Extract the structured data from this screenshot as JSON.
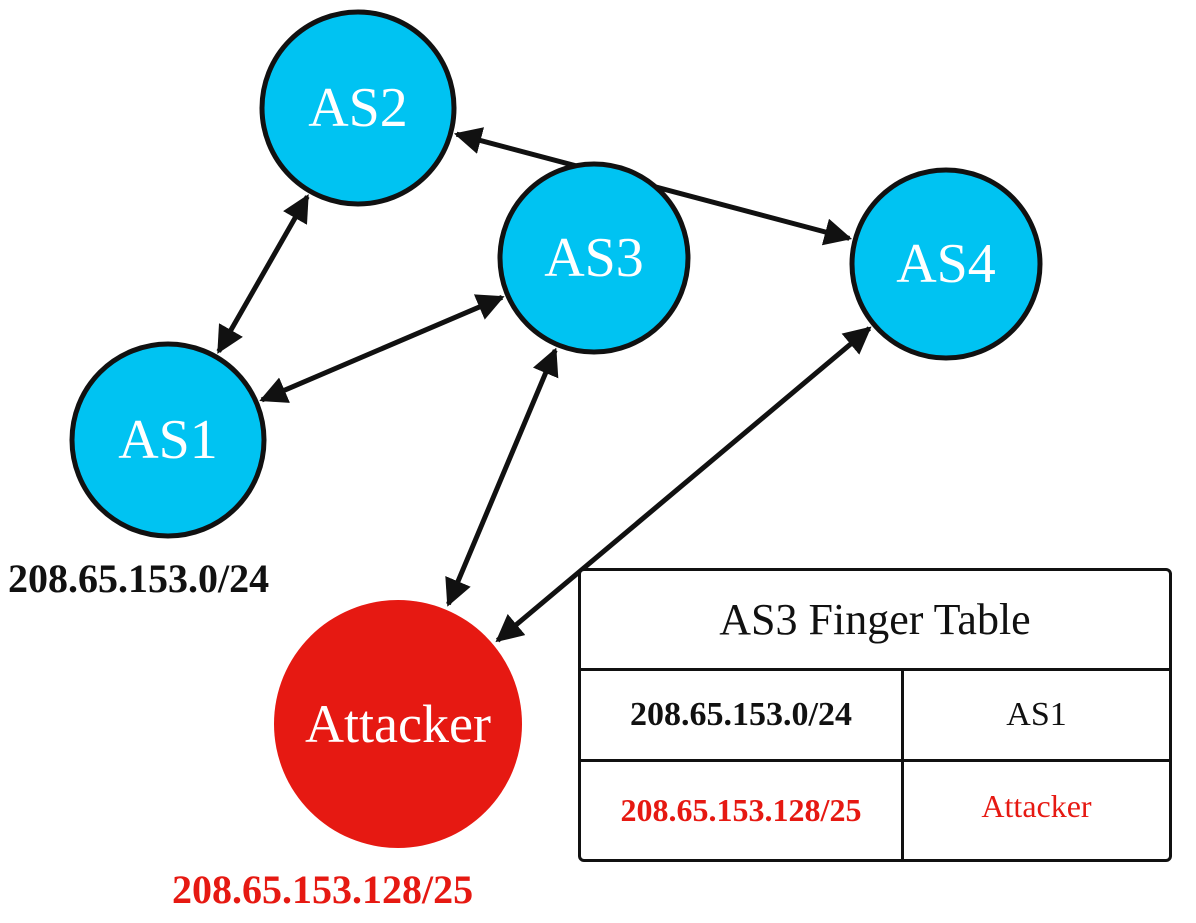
{
  "colors": {
    "as_fill": "#00c3f2",
    "attacker_fill": "#e61912",
    "stroke": "#111111",
    "attacker_text": "#e61912",
    "normal_text": "#111111"
  },
  "nodes": [
    {
      "id": "as1",
      "label": "AS1",
      "kind": "as"
    },
    {
      "id": "as2",
      "label": "AS2",
      "kind": "as"
    },
    {
      "id": "as3",
      "label": "AS3",
      "kind": "as"
    },
    {
      "id": "as4",
      "label": "AS4",
      "kind": "as"
    },
    {
      "id": "attacker",
      "label": "Attacker",
      "kind": "attacker"
    }
  ],
  "edges": [
    {
      "from": "as1",
      "to": "as2",
      "direction": "both"
    },
    {
      "from": "as1",
      "to": "as3",
      "direction": "both"
    },
    {
      "from": "as2",
      "to": "as4",
      "direction": "both"
    },
    {
      "from": "as3",
      "to": "attacker",
      "direction": "both"
    },
    {
      "from": "as4",
      "to": "attacker",
      "direction": "both"
    }
  ],
  "prefixes": {
    "as1": "208.65.153.0/24",
    "attacker": "208.65.153.128/25"
  },
  "finger_table": {
    "title": "AS3 Finger Table",
    "rows": [
      {
        "prefix": "208.65.153.0/24",
        "owner": "AS1",
        "highlight": false
      },
      {
        "prefix": "208.65.153.128/25",
        "owner": "Attacker",
        "highlight": true
      }
    ]
  }
}
